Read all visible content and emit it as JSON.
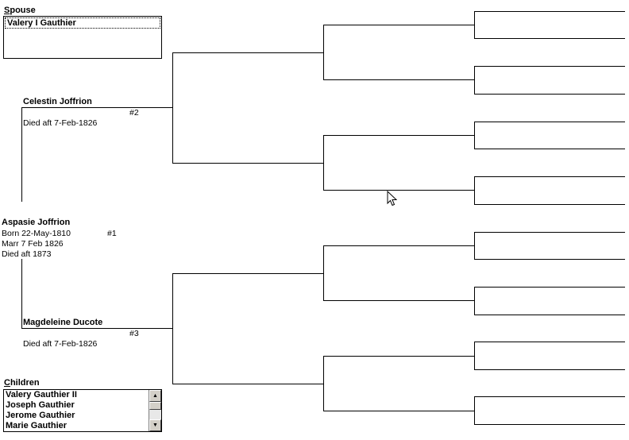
{
  "spouse": {
    "label": "Spouse",
    "entries": [
      "Valery I Gauthier"
    ]
  },
  "primary": {
    "name": "Aspasie Joffrion",
    "number": "#1",
    "born": "Born 22-May-1810",
    "married": "Marr  7 Feb 1826",
    "died": "Died aft 1873"
  },
  "father": {
    "name": "Celestin Joffrion",
    "number": "#2",
    "died": "Died aft  7-Feb-1826"
  },
  "mother": {
    "name": "Magdeleine Ducote",
    "number": "#3",
    "died": "Died aft  7-Feb-1826"
  },
  "children": {
    "label": "Children",
    "items": [
      "Valery Gauthier II",
      "Joseph Gauthier",
      "Jerome Gauthier",
      "Marie Gauthier"
    ]
  },
  "icons": {
    "scroll_up": "▲",
    "scroll_down": "▼"
  }
}
